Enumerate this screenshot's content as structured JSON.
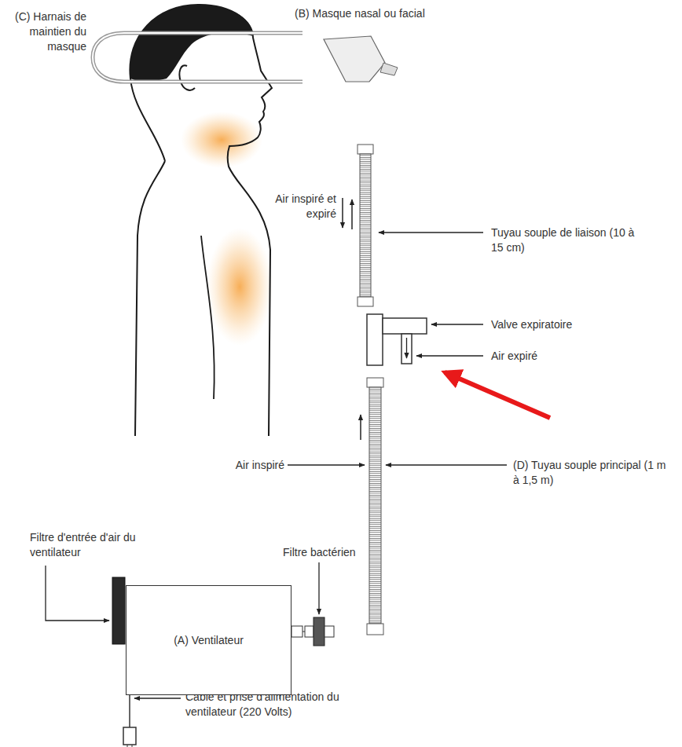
{
  "diagram": {
    "nodes": [
      {
        "text": [
          "(A) Ventilateur"
        ]
      }
    ],
    "labels": [
      "(B) Masque nasal ou facial",
      "(C) Harnais de maintien du masque",
      "Air inspiré et expiré",
      "Tuyau souple de liaison (10 à 15 cm)",
      "Valve expiratoire",
      "Air expiré",
      "Air inspiré",
      "(D) Tuyau souple principal (1 m à 1,5 m)",
      "Filtre d'entrée d'air du ventilateur",
      "Filtre bactérien",
      "Câble et prise d'alimentation du ventilateur (220 Volts)"
    ]
  }
}
